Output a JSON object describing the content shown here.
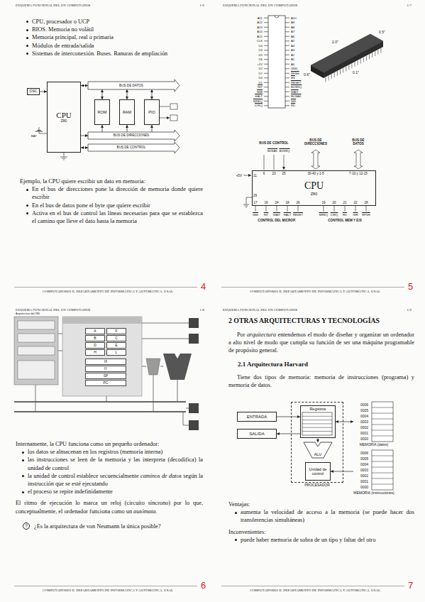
{
  "diagram": {
    "nodes": [
      {
        "text": [
          "OSC"
        ]
      },
      {
        "text": [
          "CPU",
          "Z80"
        ]
      },
      {
        "text": [
          "BUS DE DATOS"
        ]
      },
      {
        "text": [
          "ROM"
        ]
      },
      {
        "text": [
          "RAM"
        ]
      },
      {
        "text": [
          "PIO"
        ]
      },
      {
        "text": [
          "BUS DE DIRECCIONES"
        ]
      },
      {
        "text": [
          "BUS DE CONTROL"
        ]
      },
      {
        "text": [
          "CPU",
          "Z80"
        ]
      },
      {
        "text": [
          "A"
        ]
      },
      {
        "text": [
          "F"
        ]
      },
      {
        "text": [
          "B"
        ]
      },
      {
        "text": [
          "C"
        ]
      },
      {
        "text": [
          "D"
        ]
      },
      {
        "text": [
          "E"
        ]
      },
      {
        "text": [
          "H"
        ]
      },
      {
        "text": [
          "L"
        ]
      },
      {
        "text": [
          "IX"
        ]
      },
      {
        "text": [
          "IY"
        ]
      },
      {
        "text": [
          "SP"
        ]
      },
      {
        "text": [
          "PC"
        ]
      },
      {
        "text": [
          "?"
        ]
      },
      {
        "text": [
          "PROCESADOR"
        ]
      },
      {
        "text": [
          "Registros"
        ],
        "in": 22
      },
      {
        "text": [
          "ALU"
        ],
        "in": 22
      },
      {
        "text": [
          "Unidad de control"
        ],
        "in": 22
      },
      {
        "text": [
          "ENTRADA"
        ]
      },
      {
        "text": [
          "SALIDA"
        ]
      },
      {
        "text": [
          "MEMORIA (datos)"
        ]
      },
      {
        "text": [
          "MEMORIA (instrucciones)"
        ]
      }
    ],
    "edges": [
      {
        "from": 0,
        "to": 1,
        "arrow": "to"
      },
      {
        "from": 1,
        "to": 2,
        "arrow": "both"
      },
      {
        "from": 3,
        "to": 2,
        "arrow": "both"
      },
      {
        "from": 4,
        "to": 2,
        "arrow": "both"
      },
      {
        "from": 5,
        "to": 2,
        "arrow": "both"
      },
      {
        "from": 1,
        "to": 6,
        "arrow": "to"
      },
      {
        "from": 6,
        "to": 3,
        "arrow": "to"
      },
      {
        "from": 6,
        "to": 4,
        "arrow": "to"
      },
      {
        "from": 6,
        "to": 5,
        "arrow": "to"
      },
      {
        "from": 1,
        "to": 7,
        "arrow": "both"
      },
      {
        "from": 26,
        "to": 23,
        "arrow": "to"
      },
      {
        "from": 23,
        "to": 27,
        "arrow": "to"
      },
      {
        "from": 23,
        "to": 28,
        "arrow": "both"
      },
      {
        "from": 29,
        "to": 25,
        "arrow": "to"
      },
      {
        "from": 23,
        "to": 24,
        "arrow": "to"
      }
    ],
    "labels": [
      "ESQUEMA FUNCIONAL DEL UN COMPUTADOR",
      "1-6",
      "CPU, procesador o UCP",
      "BIOS. Memoria no volátil",
      "Memoria principal, real o primaria",
      "Módulos de entrada/salida",
      "Sistemas de interconexión. Buses. Ranuras de ampliación",
      "BAT",
      "Ejemplo, la CPU quiere escribir un dato en memoria:",
      "En el bus de direcciones pone la dirección de memoria donde quiere escribir",
      "En el bus de datos pone el byte que quiere escribir",
      "Activa en el bus de control las líneas necesarias para que se establezca el camino que lleve el dato hasta la memoria",
      "COMPUTADORES II. DEPARTAMENTO DE INFORMÁTICA Y AUTOMÁTICA. USAL",
      "4",
      "ESQUEMA FUNCIONAL DEL UN COMPUTADOR",
      "1-7",
      "A11",
      "A12",
      "A13",
      "A14",
      "A15",
      "CLK",
      "D4",
      "D3",
      "D5",
      "D6",
      "+5V",
      "D2",
      "D7",
      "D0",
      "D1",
      "INT",
      "NMI",
      "HALT",
      "MREQ",
      "IORQ",
      "RD",
      "WR",
      "BUSAK",
      "WAIT",
      "BUSRQ",
      "RESET",
      "M1",
      "RFSH",
      "GND",
      "A0",
      "A1",
      "A2",
      "A3",
      "A4",
      "A5",
      "A6",
      "A7",
      "A8",
      "A9",
      "A10",
      "0.5\"",
      "2.0\"",
      "0.6\"",
      "0.1\"",
      "BUS DE CONTROL",
      "BUS DE DIRECCIONES",
      "BUS DE DATOS",
      "BUSAK",
      "BUSRQ",
      "6",
      "23",
      "25",
      "30-40 y 1-5",
      "7-10 y 12-15",
      "+5V",
      "11",
      "29",
      "17",
      "16",
      "24",
      "18",
      "26",
      "19",
      "20",
      "21",
      "22",
      "28",
      "NMI",
      "INT",
      "WAIT",
      "HALT",
      "RESET",
      "MREQ",
      "IORQ",
      "RD",
      "WR",
      "RFSH",
      "CONTROL DEL MICROP.",
      "CONTROL MEM Y E/S",
      "COMPUTADORES II. DEPARTAMENTO DE INFORMÁTICA Y AUTOMÁTICA. USAL",
      "5",
      "ESQUEMA FUNCIONAL DEL UN COMPUTADOR",
      "1-8",
      "Arquitectura del Z80",
      "Internamente, la CPU funciona como un pequeño ordenador:",
      "los datos se almacenan en los registros (memoria interna)",
      "las instrucciones se leen de la memoria y las interpreta (decodifica) la unidad de control",
      "la unidad de control establece secuencialmente",
      "caminos de datos",
      "según la instrucción que se esté ejecutando",
      "el proceso se repite indefinidamente",
      "El ritmo de ejecución lo marca un reloj (circuito síncrono) por lo que, conceptualmente, el ordenador funciona como un",
      "autómata.",
      "¿Es la arquitectura de von Neumann la única posible?",
      "COMPUTADORES II. DEPARTAMENTO DE INFORMÁTICA Y AUTOMÁTICA. USAL",
      "6",
      "ESQUEMA FUNCIONAL DEL UN COMPUTADOR",
      "1-9",
      "2 OTRAS ARQUITECTURAS Y TECNOLOGÍAS",
      "Por",
      "arquitectura",
      "entendemos el modo de diseñar y organizar un ordenador a alto nivel de modo que cumpla su función de ser una máquina programable de propósito general.",
      "2.1 Arquitectura Harvard",
      "Tiene dos tipos de memoria: memoria de instrucciones (programa) y memoria de datos.",
      "0006",
      "0005",
      "0004",
      "0003",
      "0002",
      "0001",
      "0000",
      "0006",
      "0005",
      "0004",
      "0003",
      "0002",
      "0001",
      "0000",
      "Ventajas:",
      "aumenta la velocidad de acceso a la memoria (se puede hacer dos transferencias simultáneas)",
      "Inconvenientes:",
      "puede haber memoria de sobra de un tipo y faltar del otro",
      "COMPUTADORES II. DEPARTAMENTO DE INFORMÁTICA Y AUTOMÁTICA. USAL",
      "7"
    ]
  }
}
